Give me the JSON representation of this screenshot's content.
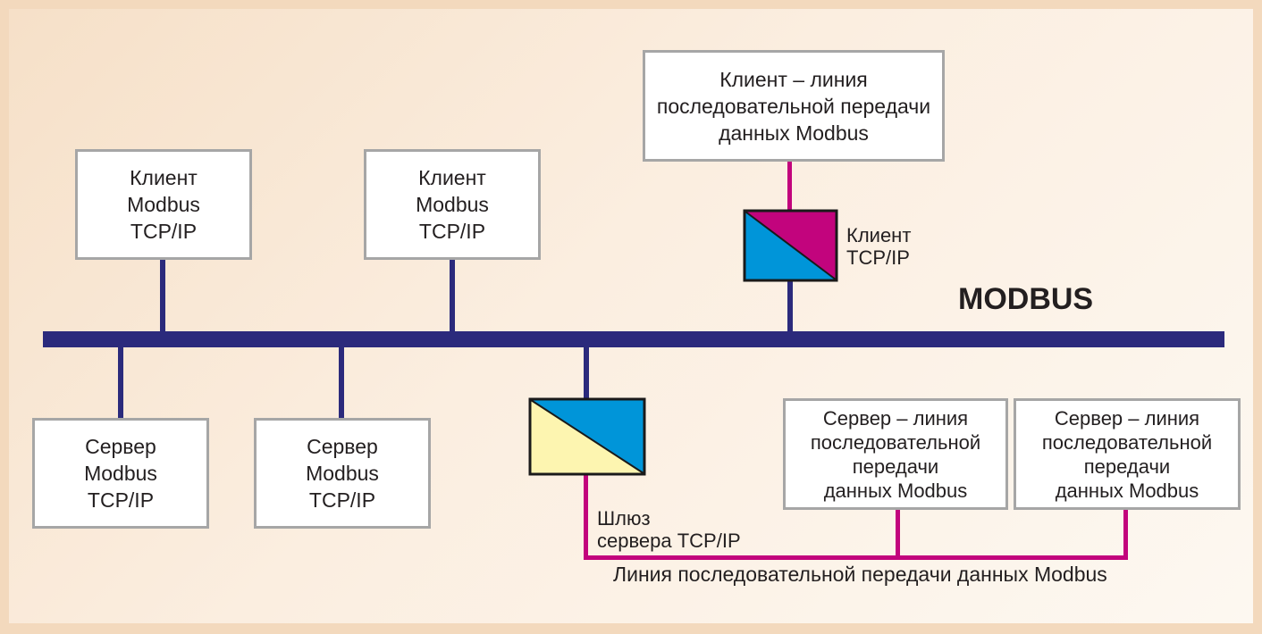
{
  "bus_title": "MODBUS",
  "clients_tcp": [
    {
      "text": "Клиент\nModbus\nTCP/IP"
    },
    {
      "text": "Клиент\nModbus\nTCP/IP"
    }
  ],
  "servers_tcp": [
    {
      "text": "Сервер\nModbus\nTCP/IP"
    },
    {
      "text": "Сервер\nModbus\nTCP/IP"
    }
  ],
  "serial_client": {
    "text": "Клиент – линия\nпоследовательной передачи\nданных Modbus"
  },
  "client_gateway_label": "Клиент\nTCP/IP",
  "serial_servers": [
    {
      "text": "Сервер – линия\nпоследовательной\nпередачи\nданных Modbus"
    },
    {
      "text": "Сервер – линия\nпоследовательной\nпередачи\nданных Modbus"
    }
  ],
  "server_gateway_label": "Шлюз\nсервера TCP/IP",
  "serial_line_label": "Линия последовательной передачи данных Modbus",
  "colors": {
    "bus": "#2b2a7c",
    "serial_line": "#c2047d",
    "gateway_blue": "#0095d9",
    "gateway_magenta": "#c2047d",
    "gateway_yellow": "#fdf5b0",
    "box_border": "#a6a6a6"
  }
}
